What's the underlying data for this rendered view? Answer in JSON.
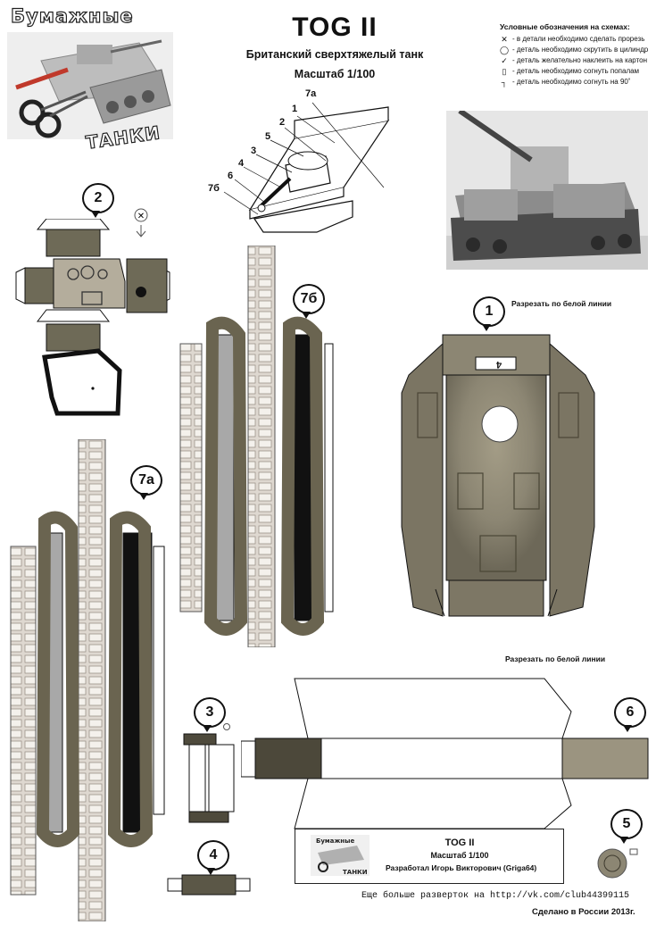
{
  "header": {
    "title": "TOG II",
    "subtitle": "Британский сверхтяжелый танк",
    "scale": "Масштаб 1/100"
  },
  "brand": {
    "top_word": "Бумажные",
    "bottom_word": "ТАНКИ"
  },
  "legend": {
    "heading": "Условные обозначения на схемах:",
    "items": [
      {
        "icon": "cut-x-icon",
        "symbol": "✕",
        "text": "- в детали необходимо сделать прорезь"
      },
      {
        "icon": "cylinder-icon",
        "symbol": "◯",
        "text": "- деталь необходимо скрутить в цилиндр"
      },
      {
        "icon": "cardboard-check-icon",
        "symbol": "✓",
        "text": "- деталь желательно наклеить на картон"
      },
      {
        "icon": "fold-half-icon",
        "symbol": "▯",
        "text": "- деталь необходимо согнуть попалам"
      },
      {
        "icon": "fold-90-icon",
        "symbol": "┐",
        "text": "- деталь необходимо согнуть на 90˚"
      }
    ]
  },
  "diagram_labels": [
    "7а",
    "1",
    "2",
    "5",
    "3",
    "4",
    "6",
    "7б"
  ],
  "parts": {
    "p1": "1",
    "p2": "2",
    "p3": "3",
    "p4": "4",
    "p5": "5",
    "p6": "6",
    "p7a": "7а",
    "p7b": "7б",
    "hull_marker": "4"
  },
  "cut_notes": {
    "top": "Разрезать по белой линии",
    "bottom": "Разрезать по белой линии"
  },
  "credits": {
    "name": "TOG II",
    "scale": "Масштаб 1/100",
    "author": "Разработал Игорь Викторович (Griga64)"
  },
  "footer": {
    "more": "Еще больше разверток на http://vk.com/club44399115",
    "made": "Сделано в России 2013г."
  },
  "colors": {
    "armor": "#8c8673",
    "armor_dark": "#5d5a4b",
    "track": "#6a6450",
    "tread": "#d9d3cb",
    "line": "#111111"
  }
}
